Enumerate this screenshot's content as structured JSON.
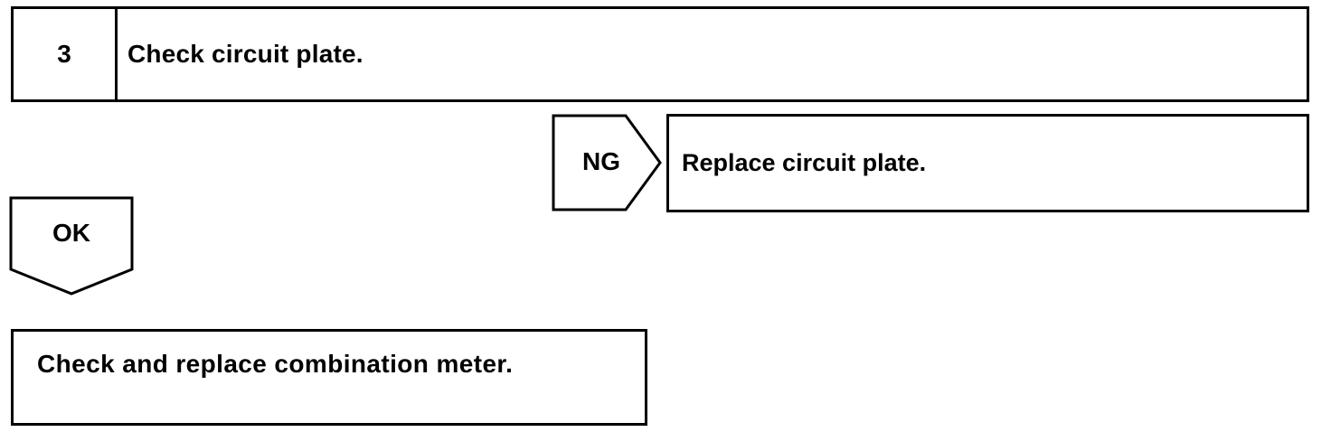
{
  "step": {
    "number": "3",
    "title": "Check circuit plate."
  },
  "ng_branch": {
    "label": "NG",
    "action": "Replace circuit plate."
  },
  "ok_branch": {
    "label": "OK",
    "action": "Check and replace combination meter."
  },
  "colors": {
    "line": "#000000",
    "background": "#ffffff"
  }
}
